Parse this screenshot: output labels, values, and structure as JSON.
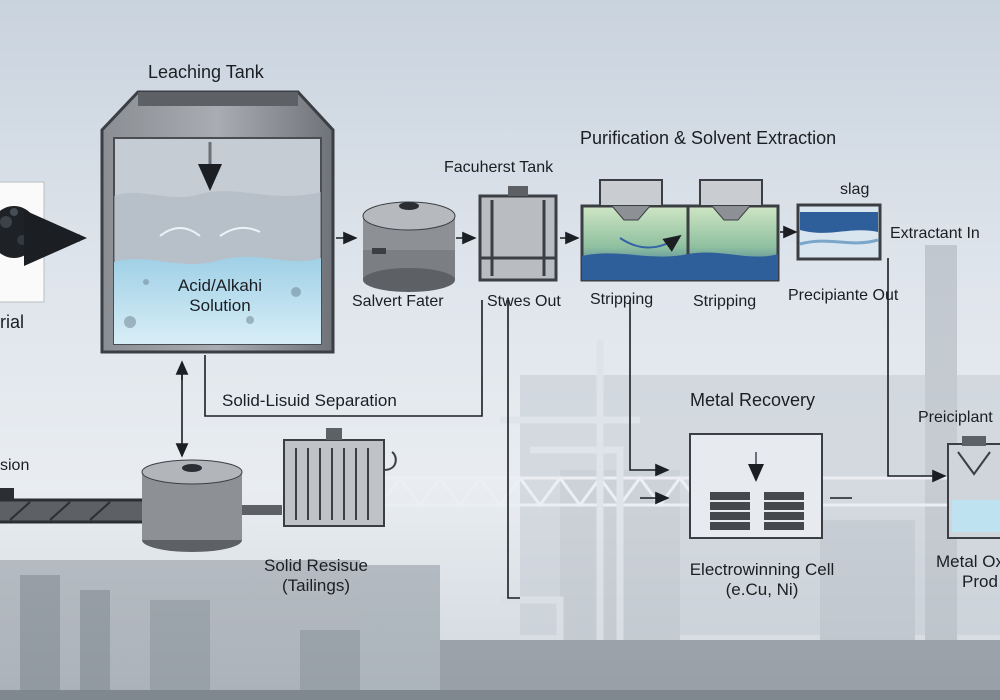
{
  "labels": {
    "leaching_tank": "Leaching  Tank",
    "raw_material": "rial",
    "acid_solution_line1": "Acid/Alkahi",
    "acid_solution_line2": "Solution",
    "salvert_fater": "Salvert Fater",
    "facuherst_tank": "Facuherst Tank",
    "stwes_out": "Stwes Out",
    "purification": "Purification & Solvent Extraction",
    "stripping_1": "Stripping",
    "stripping_2": "Stripping",
    "slag": "slag",
    "extractant_in": "Extractant In",
    "precipiante_out": "Precipiante Out",
    "solid_liquid_separation": "Solid-Lisuid Separation",
    "metal_recovery": "Metal Recovery",
    "preiciplant": "Preiciplant",
    "sion": "sion",
    "solid_residue_line1": "Solid Resisue",
    "solid_residue_line2": "(Tailings)",
    "electrowinning_line1": "Electrowinning Cell",
    "electrowinning_line2": "(e.Cu, Ni)",
    "metal_oxide_line1": "Metal Ox",
    "metal_oxide_line2": "Prod"
  },
  "colors": {
    "tank_gray": "#7b7f84",
    "solution_blue": "#bfe2f1",
    "sx_green": "#a9cfa2",
    "sx_blue": "#2f5f9a",
    "arrow": "#1b1f24"
  }
}
